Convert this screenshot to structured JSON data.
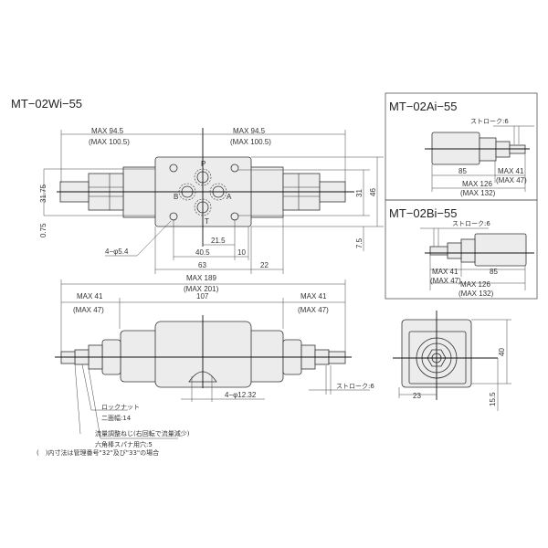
{
  "main_view": {
    "title": "MT−02Wi−55",
    "max_left": "MAX 94.5",
    "max_left_alt": "(MAX 100.5)",
    "max_right": "MAX 94.5",
    "max_right_alt": "(MAX 100.5)",
    "dim_31_75": "31.75",
    "dim_0_75": "0.75",
    "dim_31": "31",
    "dim_46": "46",
    "dim_7_5": "7.5",
    "dim_21_5": "21.5",
    "dim_40_5": "40.5",
    "dim_10": "10",
    "dim_63": "63",
    "dim_22": "22",
    "holes": "4−φ5.4",
    "port_p": "P",
    "port_a": "A",
    "port_b": "B",
    "port_t": "T"
  },
  "front_view": {
    "max_total": "MAX 189",
    "max_total_alt": "(MAX 201)",
    "left_max": "MAX 41",
    "left_max_alt": "(MAX 47)",
    "center": "107",
    "right_max": "MAX 41",
    "right_max_alt": "(MAX 47)",
    "ports": "4−φ12.32",
    "stroke": "ストローク:6",
    "lock_nut": "ロックナット",
    "across_flats": "二面幅:14",
    "adjust_screw": "流量調整ねじ(右回転で流量減少)",
    "hex_socket": "六角棒スパナ用穴:5",
    "note": "(　)内寸法は管理番号\"32\"及び\"33\"の場合"
  },
  "side_view": {
    "dim_40": "40",
    "dim_15_5": "15.5",
    "dim_23": "23"
  },
  "variant_a": {
    "title": "MT−02Ai−55",
    "stroke": "ストローク:6",
    "dim_85": "85",
    "max_41": "MAX 41",
    "max_47": "(MAX 47)",
    "max_126": "MAX 126",
    "max_132": "(MAX 132)"
  },
  "variant_b": {
    "title": "MT−02Bi−55",
    "stroke": "ストローク:6",
    "dim_85": "85",
    "max_41": "MAX 41",
    "max_47": "(MAX 47)",
    "max_126": "MAX 126",
    "max_132": "(MAX 132)"
  }
}
